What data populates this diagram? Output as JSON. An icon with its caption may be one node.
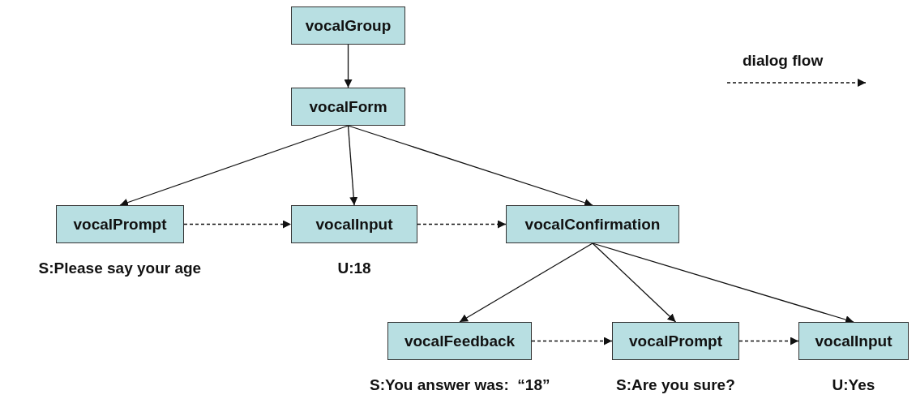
{
  "diagram": {
    "nodes": [
      {
        "text": [
          "vocalGroup"
        ]
      },
      {
        "text": [
          "vocalForm"
        ]
      },
      {
        "text": [
          "vocalPrompt"
        ],
        "beside": [
          "S:Please say your age"
        ]
      },
      {
        "text": [
          "vocalInput"
        ],
        "beside": [
          "U:18"
        ]
      },
      {
        "text": [
          "vocalConfirmation"
        ]
      },
      {
        "text": [
          "vocalFeedback"
        ],
        "beside": [
          "S:You answer was:  “18”"
        ]
      },
      {
        "text": [
          "vocalPrompt"
        ],
        "beside": [
          "S:Are you sure?"
        ]
      },
      {
        "text": [
          "vocalInput"
        ],
        "beside": [
          "U:Yes"
        ]
      }
    ],
    "edges": [
      {
        "from": 0,
        "to": 1,
        "arrow": "to"
      },
      {
        "from": 1,
        "to": 2,
        "arrow": "to"
      },
      {
        "from": 1,
        "to": 3,
        "arrow": "to"
      },
      {
        "from": 1,
        "to": 4,
        "arrow": "to"
      },
      {
        "from": 2,
        "to": 3,
        "arrow": "to",
        "style": "dashed"
      },
      {
        "from": 3,
        "to": 4,
        "arrow": "to",
        "style": "dashed"
      },
      {
        "from": 4,
        "to": 5,
        "arrow": "to"
      },
      {
        "from": 4,
        "to": 6,
        "arrow": "to"
      },
      {
        "from": 4,
        "to": 7,
        "arrow": "to"
      },
      {
        "from": 5,
        "to": 6,
        "arrow": "to",
        "style": "dashed"
      },
      {
        "from": 6,
        "to": 7,
        "arrow": "to",
        "style": "dashed"
      }
    ],
    "legend": [
      {
        "text": "dialog flow"
      }
    ]
  }
}
